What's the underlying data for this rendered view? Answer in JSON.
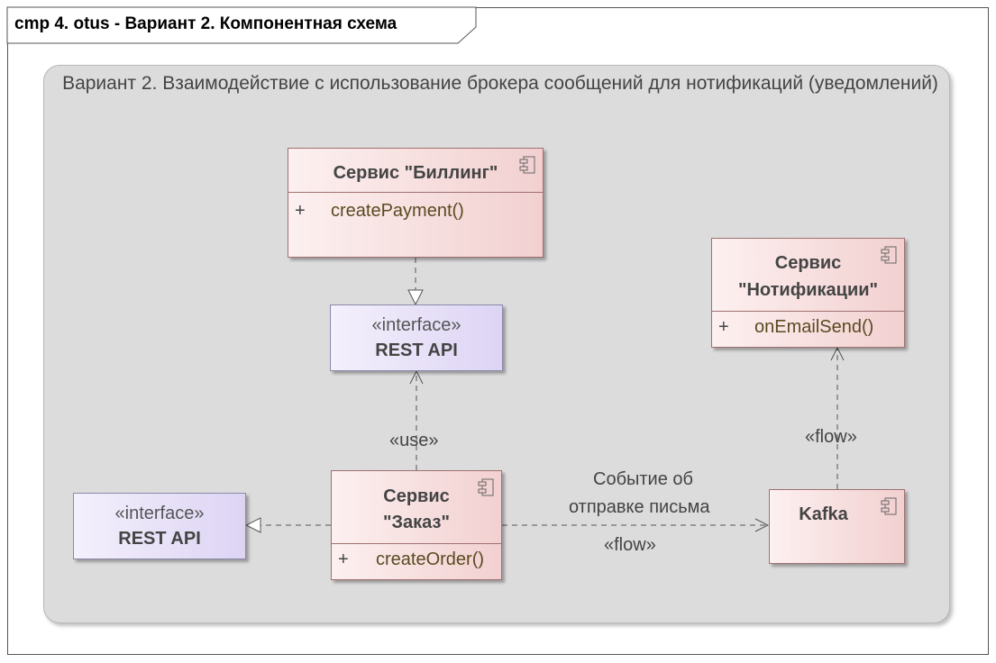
{
  "diagram": {
    "frame_title": "cmp 4. otus - Вариант 2. Компонентная схема",
    "boundary_title": "Вариант 2. Взаимодействие с использование брокера сообщений для нотификаций (уведомлений)",
    "components": {
      "billing": {
        "name": "Сервис \"Биллинг\"",
        "op_visibility": "+",
        "operation": "createPayment()"
      },
      "notifications": {
        "name_line1": "Сервис",
        "name_line2": "\"Нотификации\"",
        "op_visibility": "+",
        "operation": "onEmailSend()"
      },
      "order": {
        "name_line1": "Сервис",
        "name_line2": "\"Заказ\"",
        "op_visibility": "+",
        "operation": "createOrder()"
      },
      "kafka": {
        "name": "Kafka"
      }
    },
    "interfaces": {
      "rest_center": {
        "stereotype": "«interface»",
        "name": "REST API"
      },
      "rest_left": {
        "stereotype": "«interface»",
        "name": "REST API"
      }
    },
    "labels": {
      "use": "«use»",
      "flow_kafka_notif": "«flow»",
      "event_line1": "Событие об",
      "event_line2": "отправке письма",
      "flow_order_kafka": "«flow»"
    },
    "colors": {
      "component_fill": "#f2d0d0",
      "interface_fill": "#ddd4f4",
      "boundary_fill": "#dcdcdc"
    }
  }
}
